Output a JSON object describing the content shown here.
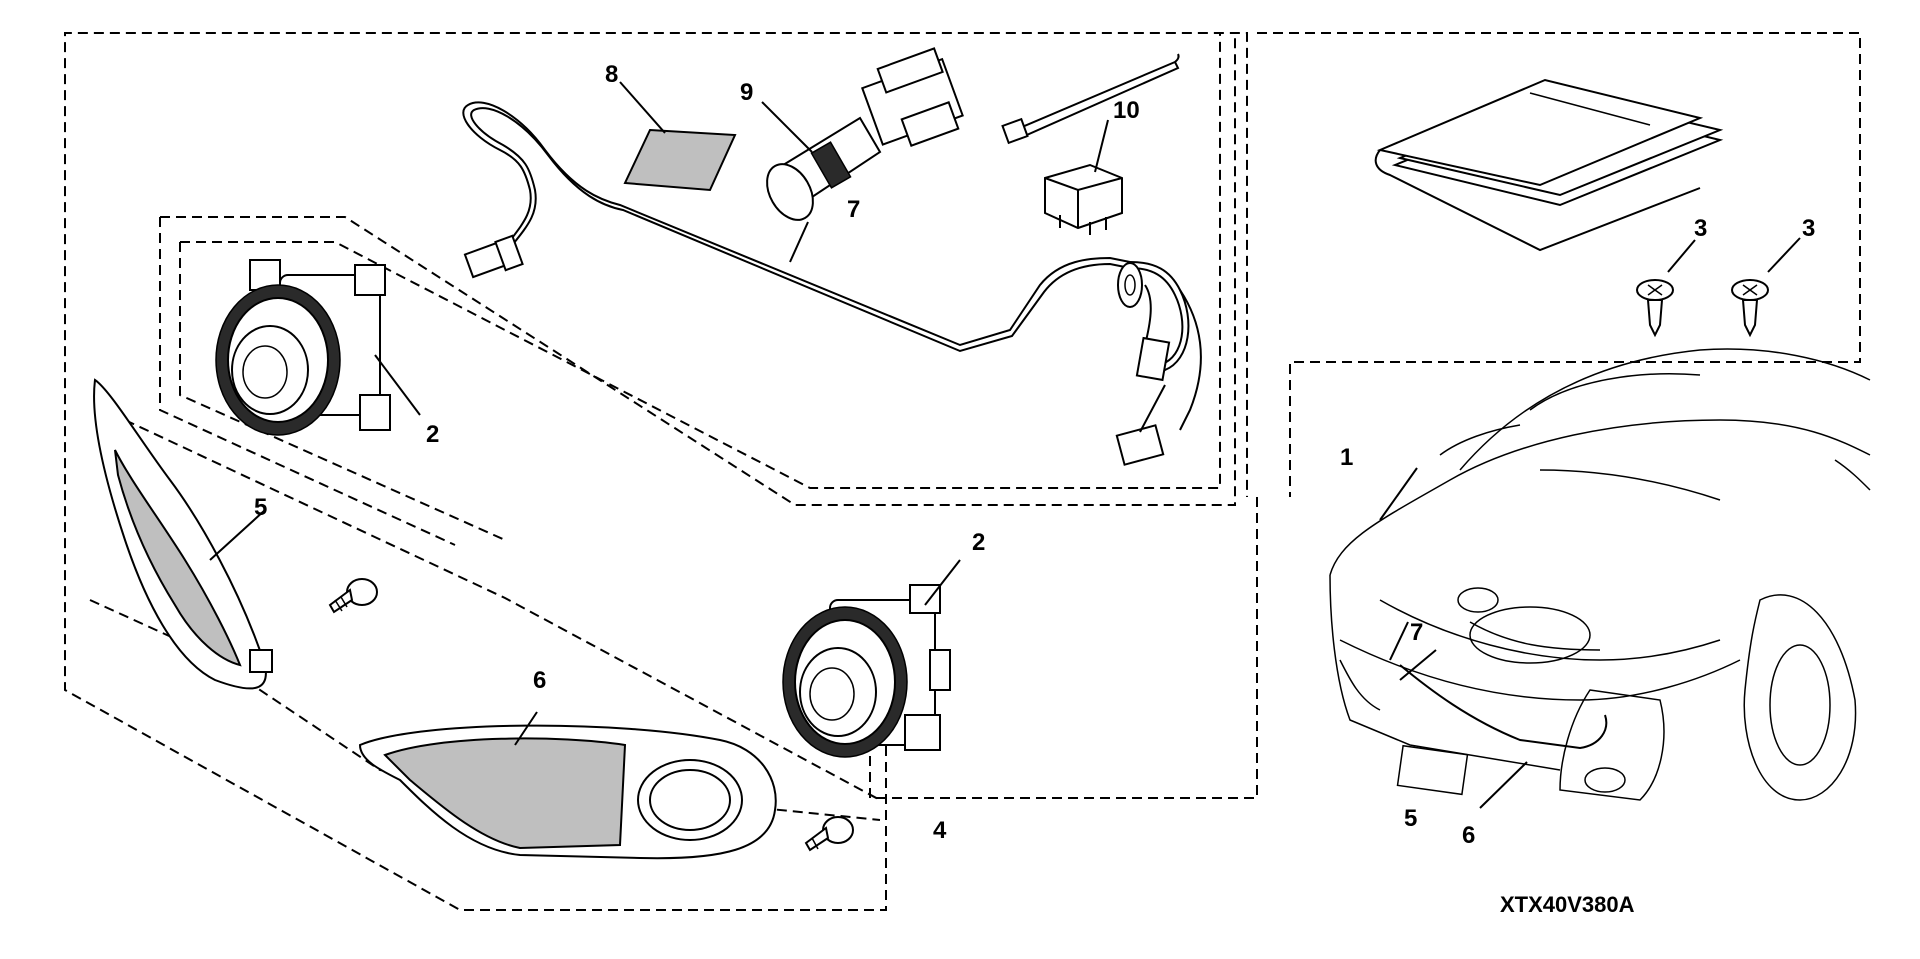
{
  "callouts": {
    "c1": "1",
    "c2a": "2",
    "c2b": "2",
    "c3a": "3",
    "c3b": "3",
    "c4": "4",
    "c5a": "5",
    "c5b": "5",
    "c6a": "6",
    "c6b": "6",
    "c7a": "7",
    "c7b": "7",
    "c8": "8",
    "c9": "9",
    "c10": "10"
  },
  "diagram_code": "XTX40V380A"
}
